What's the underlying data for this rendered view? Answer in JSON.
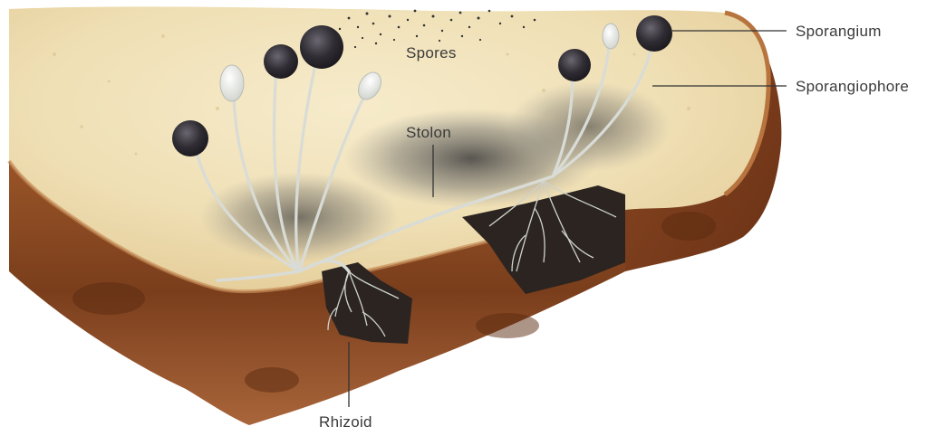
{
  "labels": {
    "sporangium": "Sporangium",
    "sporangiophore": "Sporangiophore",
    "spores": "Spores",
    "stolon": "Stolon",
    "rhizoid": "Rhizoid"
  },
  "colors": {
    "bread_top": "#f1e3bc",
    "bread_crust": "#7a3e1c",
    "mould_dark": "#4a4a4a",
    "hypha": "#d9dcd6",
    "sporangium_dark": "#2f2c33"
  }
}
